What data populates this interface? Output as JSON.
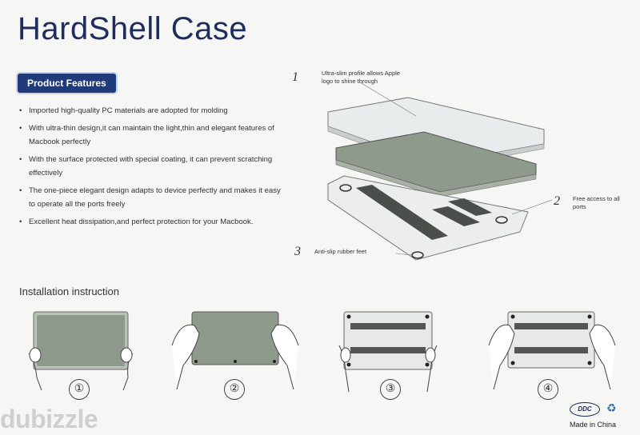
{
  "title": "HardShell Case",
  "features_badge": "Product Features",
  "features": [
    "Imported high-quality PC materials are adopted for molding",
    "With ultra-thin design,it can maintain the light,thin and elegant  features of Macbook perfectly",
    "With the surface protected with special coating, it can prevent scratching effectively",
    "The one-piece elegant design adapts to device perfectly and makes it easy to operate all the ports freely",
    "Excellent heat dissipation,and perfect protection for your Macbook."
  ],
  "callouts": [
    {
      "num": "1",
      "text": "Ultra-slim profile allows Apple logo to shine through"
    },
    {
      "num": "2",
      "text": "Free access to all ports"
    },
    {
      "num": "3",
      "text": "Anti-slip rubber feet"
    }
  ],
  "installation_title": "Installation instruction",
  "steps": [
    "①",
    "②",
    "③",
    "④"
  ],
  "brand_logo": "DDC",
  "made_in": "Made in China",
  "watermark": "dubizzle",
  "colors": {
    "title": "#1f2d5c",
    "badge": "#213a7a",
    "case": "#8e9a8c"
  }
}
